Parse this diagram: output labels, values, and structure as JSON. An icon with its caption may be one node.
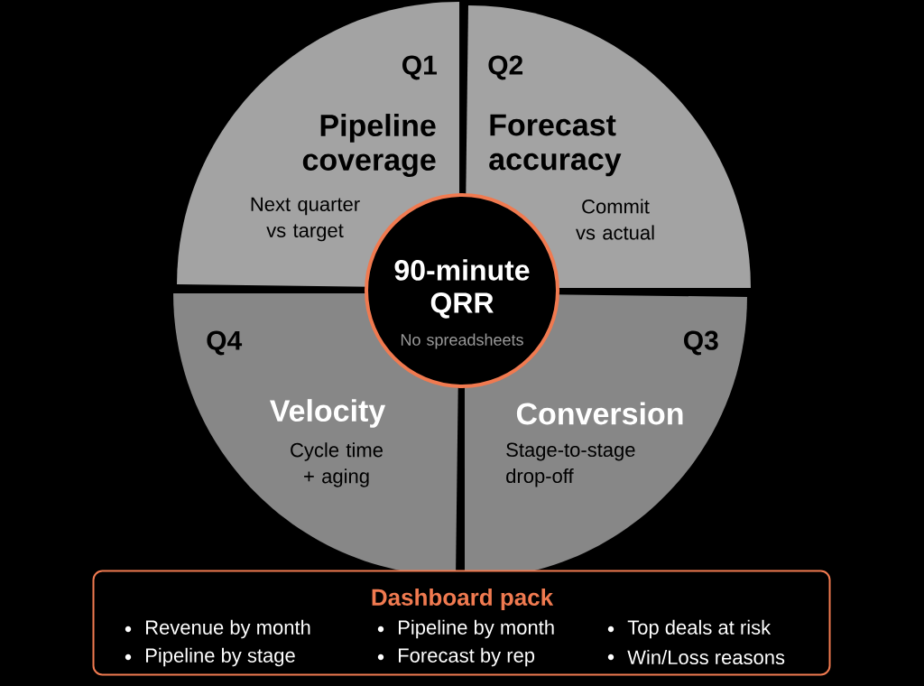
{
  "diagram": {
    "nodes": [
      {
        "text": [
          "Q1",
          "Pipeline coverage",
          "Next quarter vs target"
        ]
      },
      {
        "text": [
          "Q2",
          "Forecast accuracy",
          "Commit vs actual"
        ]
      },
      {
        "text": [
          "Q4",
          "Velocity",
          "Cycle time + aging"
        ]
      },
      {
        "text": [
          "Q3",
          "Conversion",
          "Stage-to-stage drop-off"
        ]
      },
      {
        "text": [
          "90-minute QRR",
          "No spreadsheets"
        ]
      },
      {
        "text": [
          "Dashboard pack",
          "Revenue by month",
          "Pipeline by month",
          "Top deals at risk",
          "Pipeline by stage",
          "Forecast by rep",
          "Win/Loss reasons"
        ]
      }
    ]
  }
}
